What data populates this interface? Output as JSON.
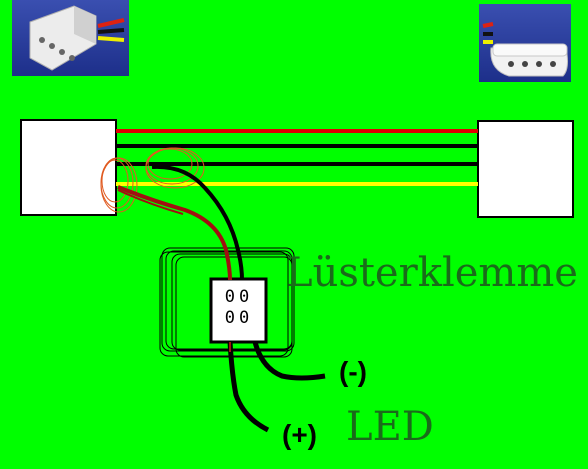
{
  "labels": {
    "terminal_block": "Lüsterklemme",
    "led": "LED",
    "minus": "(-)",
    "plus": "(+)",
    "terminal_row_top": "00",
    "terminal_row_bottom": "00"
  },
  "wire_colors": {
    "red": "#e00000",
    "black": "#000000",
    "yellow": "#ffff00",
    "dark_red": "#a01010"
  },
  "background_color": "#00ff00",
  "icons": {
    "left_photo": "molex-connector-photo",
    "right_photo": "molex-connector-photo"
  }
}
